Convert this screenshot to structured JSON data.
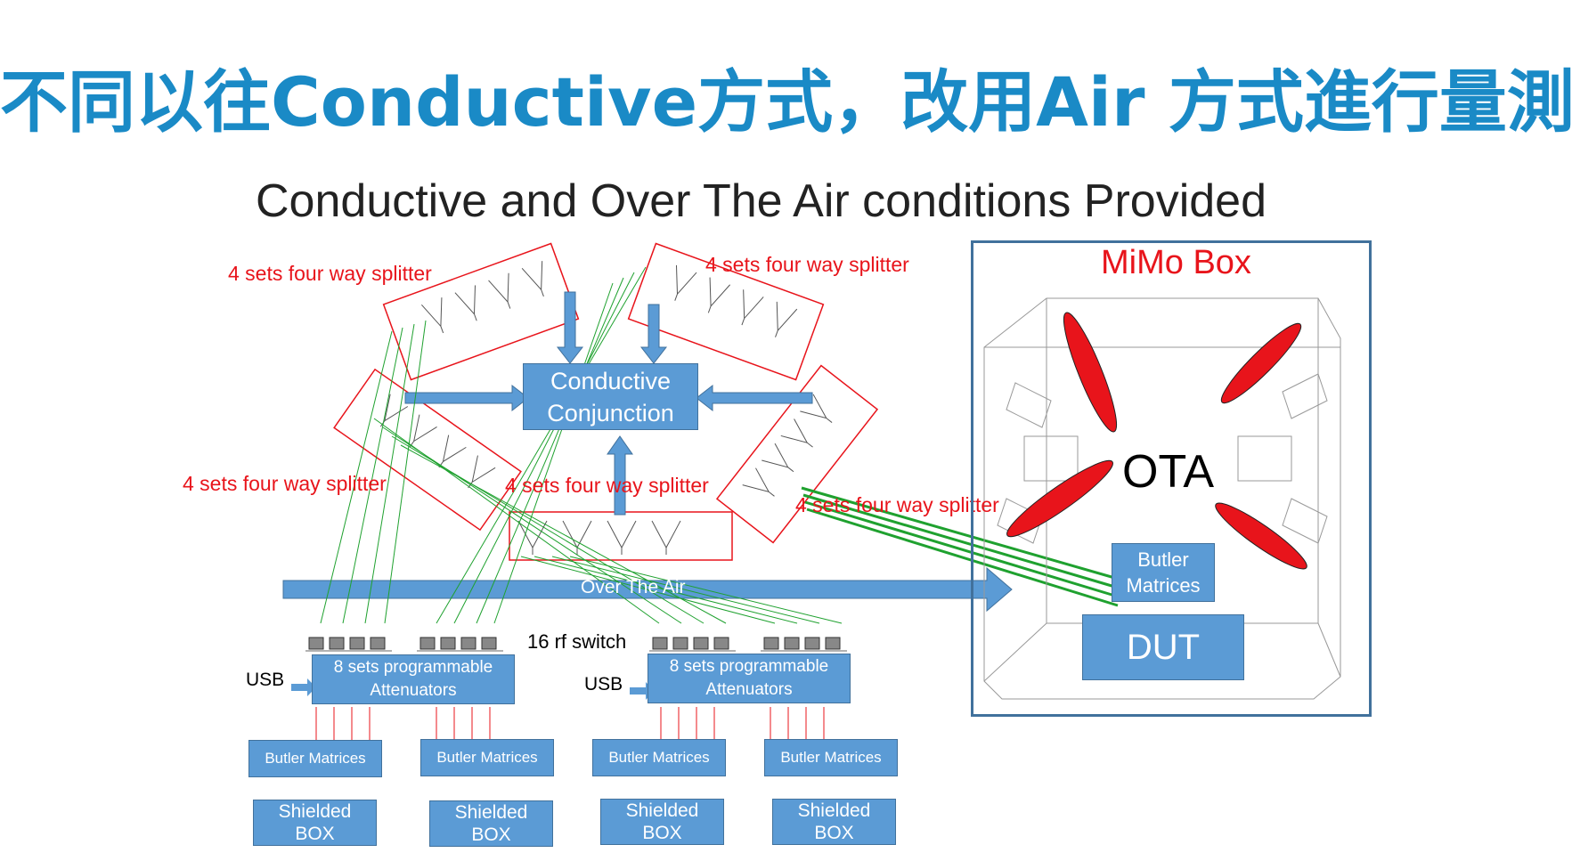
{
  "title": "不同以往Conductive方式，改用Air 方式進行量測",
  "subtitle": "Conductive and Over The Air conditions Provided",
  "splitter_label": "4 sets four way splitter",
  "conductive_box": {
    "line1": "Conductive",
    "line2": "Conjunction"
  },
  "over_the_air": "Over The Air",
  "rf_switch": "16 rf switch",
  "usb": "USB",
  "attenuators": {
    "line1": "8 sets programmable",
    "line2": "Attenuators"
  },
  "butler_matrices": "Butler Matrices",
  "shielded_box": {
    "line1": "Shielded",
    "line2": "BOX"
  },
  "mimo": {
    "title": "MiMo Box",
    "ota": "OTA",
    "butler": {
      "line1": "Butler",
      "line2": "Matrices"
    },
    "dut": "DUT"
  },
  "colors": {
    "accent": "#1a8ac6",
    "red": "#e8141b",
    "box_blue": "#5b9bd5",
    "green": "#1fa12f"
  }
}
